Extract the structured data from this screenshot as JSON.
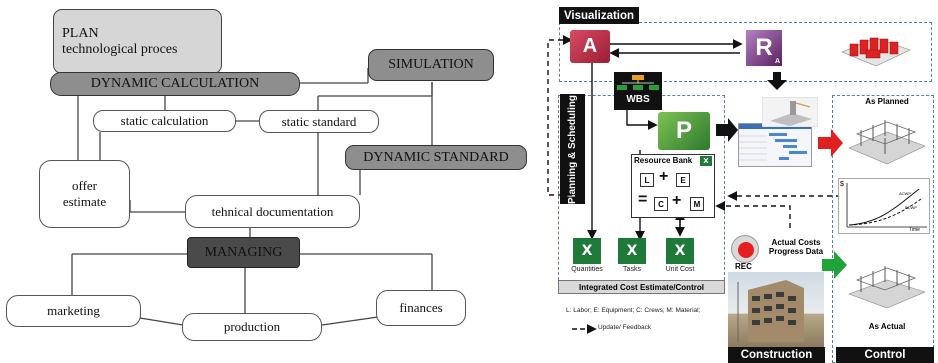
{
  "left": {
    "plan_line1": "PLAN",
    "plan_line2": "technological proces",
    "dynamic_calculation": "DYNAMIC CALCULATION",
    "simulation": "SIMULATION",
    "static_calculation": "static calculation",
    "static_standard": "static standard",
    "dynamic_standard": "DYNAMIC STANDARD",
    "offer_estimate_line1": "offer",
    "offer_estimate_line2": "estimate",
    "technical_documentation": "tehnical documentation",
    "managing": "MANAGING",
    "marketing": "marketing",
    "finances": "finances",
    "production": "production"
  },
  "right": {
    "visualization": "Visualization",
    "wbs": "WBS",
    "planning_scheduling": "Planning & Scheduling",
    "resource_bank": "Resource Bank",
    "cell_l": "L",
    "cell_e": "E",
    "cell_c": "C",
    "cell_m": "M",
    "op_plus": "+",
    "op_equals": "=",
    "quantities": "Quantities",
    "tasks": "Tasks",
    "unit_cost": "Unit Cost",
    "integrated_cost": "Integrated Cost Estimate/Control",
    "rec": "REC",
    "actual_costs": "Actual Costs",
    "progress_data": "Progress Data",
    "as_planned": "As Planned",
    "as_actual": "As Actual",
    "construction": "Construction",
    "control": "Control",
    "legend_text": "L: Labor; E: Equipment; C: Crews; M: Material;",
    "update_feedback": "Update/ Feedback",
    "chart_y_label": "$",
    "chart_x_label": "Time",
    "chart_curve_1": "ACWP",
    "chart_curve_2": "BCWP",
    "access_letter": "A",
    "revit_letter": "R",
    "revit_sub": "A",
    "project_letter": "P",
    "excel_letter": "X"
  },
  "colors": {
    "dashed_border": "#5b7fa6",
    "excel_green": "#1f7a3a",
    "access_red": "#b3263b",
    "revit_purple": "#6b2d73",
    "arrow_red": "#e02020",
    "arrow_green": "#1fa43a",
    "rec_red": "#e61e1e"
  }
}
